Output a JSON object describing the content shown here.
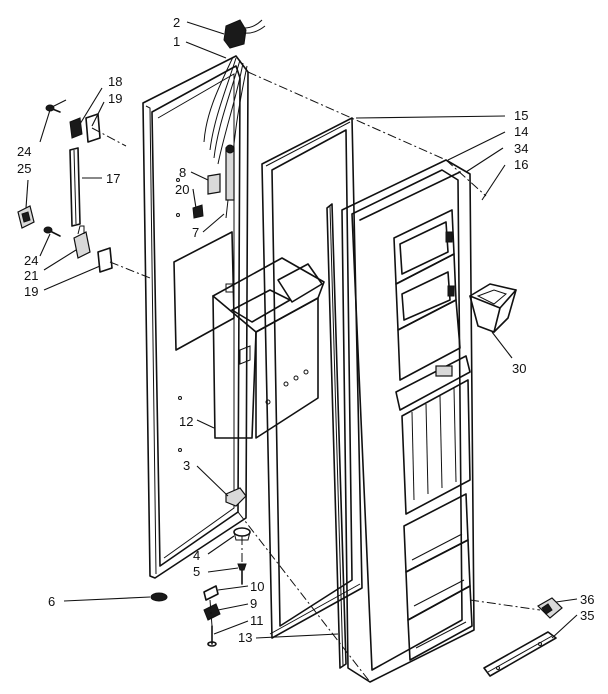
{
  "callouts": [
    {
      "id": "c2",
      "text": "2"
    },
    {
      "id": "c1",
      "text": "1"
    },
    {
      "id": "c18",
      "text": "18"
    },
    {
      "id": "c19a",
      "text": "19"
    },
    {
      "id": "c24a",
      "text": "24"
    },
    {
      "id": "c25",
      "text": "25"
    },
    {
      "id": "c17",
      "text": "17"
    },
    {
      "id": "c8",
      "text": "8"
    },
    {
      "id": "c20",
      "text": "20"
    },
    {
      "id": "c7",
      "text": "7"
    },
    {
      "id": "c24b",
      "text": "24"
    },
    {
      "id": "c21",
      "text": "21"
    },
    {
      "id": "c19b",
      "text": "19"
    },
    {
      "id": "c15",
      "text": "15"
    },
    {
      "id": "c14",
      "text": "14"
    },
    {
      "id": "c34",
      "text": "34"
    },
    {
      "id": "c16",
      "text": "16"
    },
    {
      "id": "c30",
      "text": "30"
    },
    {
      "id": "c12",
      "text": "12"
    },
    {
      "id": "c3",
      "text": "3"
    },
    {
      "id": "c4",
      "text": "4"
    },
    {
      "id": "c5",
      "text": "5"
    },
    {
      "id": "c6",
      "text": "6"
    },
    {
      "id": "c10",
      "text": "10"
    },
    {
      "id": "c9",
      "text": "9"
    },
    {
      "id": "c11",
      "text": "11"
    },
    {
      "id": "c13",
      "text": "13"
    },
    {
      "id": "c36",
      "text": "36"
    },
    {
      "id": "c35",
      "text": "35"
    }
  ]
}
